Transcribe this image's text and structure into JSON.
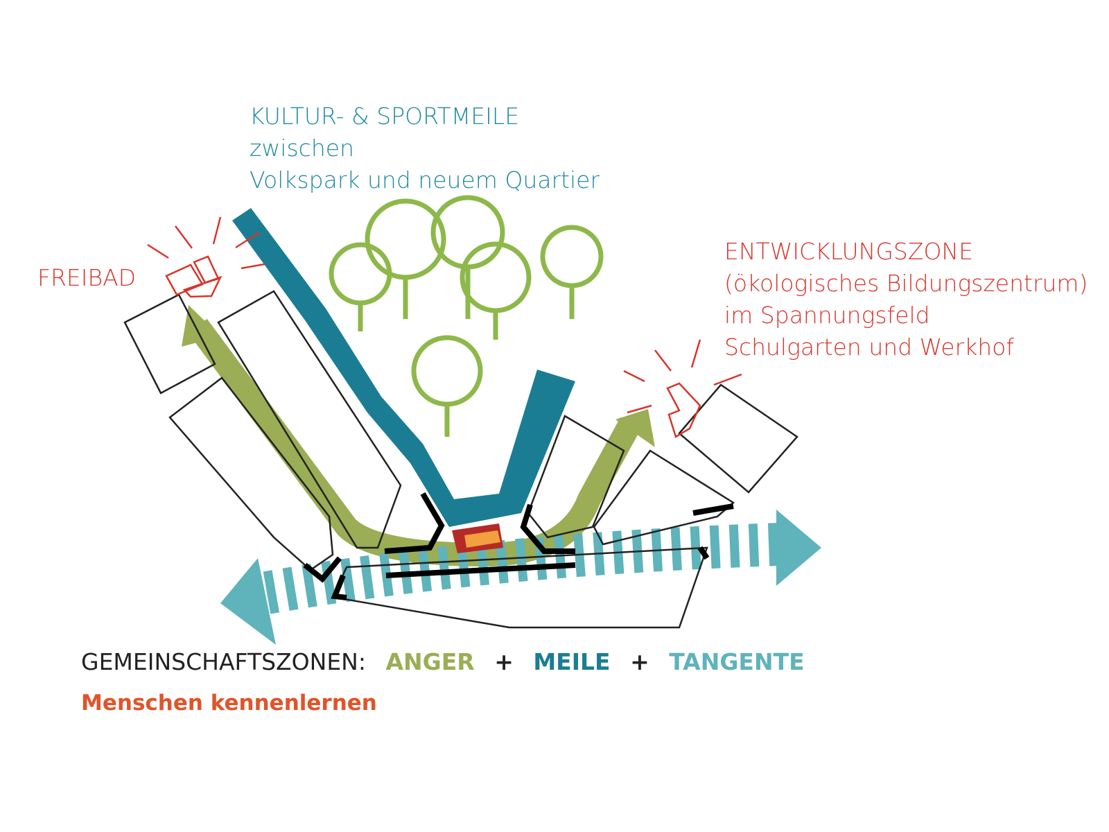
{
  "title": {
    "line1": "KULTUR- & SPORTMEILE",
    "line2": "zwischen",
    "line3": "Volkspark und neuem Quartier"
  },
  "freibad": "FREIBAD",
  "entwicklung": {
    "line1": "ENTWICKLUNGSZONE",
    "line2": "(ökologisches Bildungszentrum)",
    "line3": "im Spannungsfeld",
    "line4": "Schulgarten und Werkhof"
  },
  "legend": {
    "label": "GEMEINSCHAFTSZONEN:",
    "anger": "ANGER",
    "plus1": "+",
    "meile": "MEILE",
    "plus2": "+",
    "tangente": "TANGENTE",
    "subtitle": "Menschen kennenlernen"
  },
  "colors": {
    "meile": "#1b7d93",
    "anger": "#9bad55",
    "tangente": "#5fb3bb",
    "trees": "#8db84a",
    "accent_red": "#d9342b",
    "subtitle": "#e0542a"
  }
}
